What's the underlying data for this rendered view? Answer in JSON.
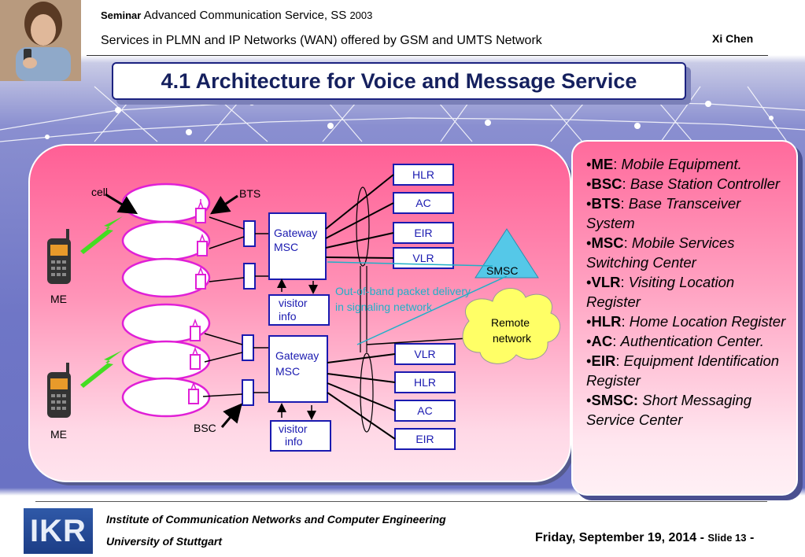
{
  "header": {
    "seminar_label": "Seminar",
    "course": "Advanced Communication Service, SS",
    "year": "2003",
    "subtitle": "Services in PLMN and IP Networks (WAN) offered by GSM and UMTS Network",
    "author": "Xi Chen"
  },
  "title": "4.1 Architecture for Voice and Message Service",
  "diagram": {
    "cell_label": "cell",
    "bts_label": "BTS",
    "bsc_label": "BSC",
    "me_label_top": "ME",
    "me_label_bottom": "ME",
    "gateway_msc_top_line1": "Gateway",
    "gateway_msc_top_line2": "MSC",
    "gateway_msc_bottom_line1": "Gateway",
    "gateway_msc_bottom_line2": "MSC",
    "visitor_info_top_line1": "visitor",
    "visitor_info_top_line2": "info",
    "visitor_info_bottom_line1": "visitor",
    "visitor_info_bottom_line2": "info",
    "db_top": [
      "HLR",
      "AC",
      "EIR",
      "VLR"
    ],
    "db_bottom": [
      "VLR",
      "HLR",
      "AC",
      "EIR"
    ],
    "smsc_label": "SMSC",
    "remote_network_line1": "Remote",
    "remote_network_line2": "network",
    "annotation_line1": "Out-of-band packet delivery",
    "annotation_line2": "in signaling network",
    "colors": {
      "cell_outline": "#e01fd6",
      "db_outline": "#1a1ab0",
      "db_text": "#1a1ab0",
      "bolt": "#44dd22",
      "smsc_fill": "#55c8e8",
      "cloud_fill": "#ffff66",
      "annotation": "#1fb0c8"
    }
  },
  "legend": [
    {
      "abbr": "ME",
      "sep": ": ",
      "desc": "Mobile Equipment."
    },
    {
      "abbr": "BSC",
      "sep": ": ",
      "desc": "Base Station Controller"
    },
    {
      "abbr": "BTS",
      "sep": ": ",
      "desc": "Base Transceiver System"
    },
    {
      "abbr": "MSC",
      "sep": ": ",
      "desc": "Mobile Services Switching Center"
    },
    {
      "abbr": "VLR",
      "sep": ": ",
      "desc": "Visiting Location Register"
    },
    {
      "abbr": "HLR",
      "sep": ": ",
      "desc": "Home Location Register"
    },
    {
      "abbr": "AC",
      "sep": ": ",
      "desc": "Authentication Center."
    },
    {
      "abbr": "EIR",
      "sep": ": ",
      "desc": "Equipment Identification Register"
    },
    {
      "abbr": "SMSC:",
      "sep": " ",
      "desc": "Short Messaging Service Center"
    }
  ],
  "footer": {
    "logo": "IKR",
    "institute": "Institute of Communication Networks and Computer Engineering",
    "university": "University of Stuttgart",
    "date": "Friday, September 19, 2014 -",
    "slide_label": "Slide 13",
    "slide_suffix": "-"
  }
}
